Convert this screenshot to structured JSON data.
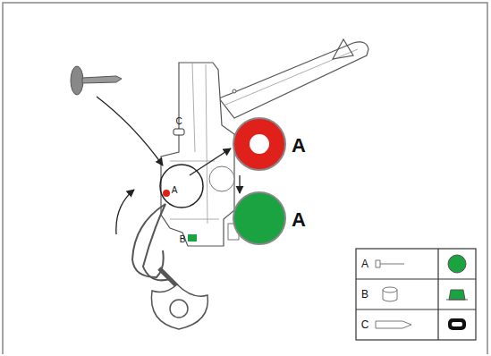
{
  "diagram": {
    "labels": [
      "C",
      "A",
      "B",
      "A",
      "A",
      "A",
      "B",
      "C"
    ]
  }
}
